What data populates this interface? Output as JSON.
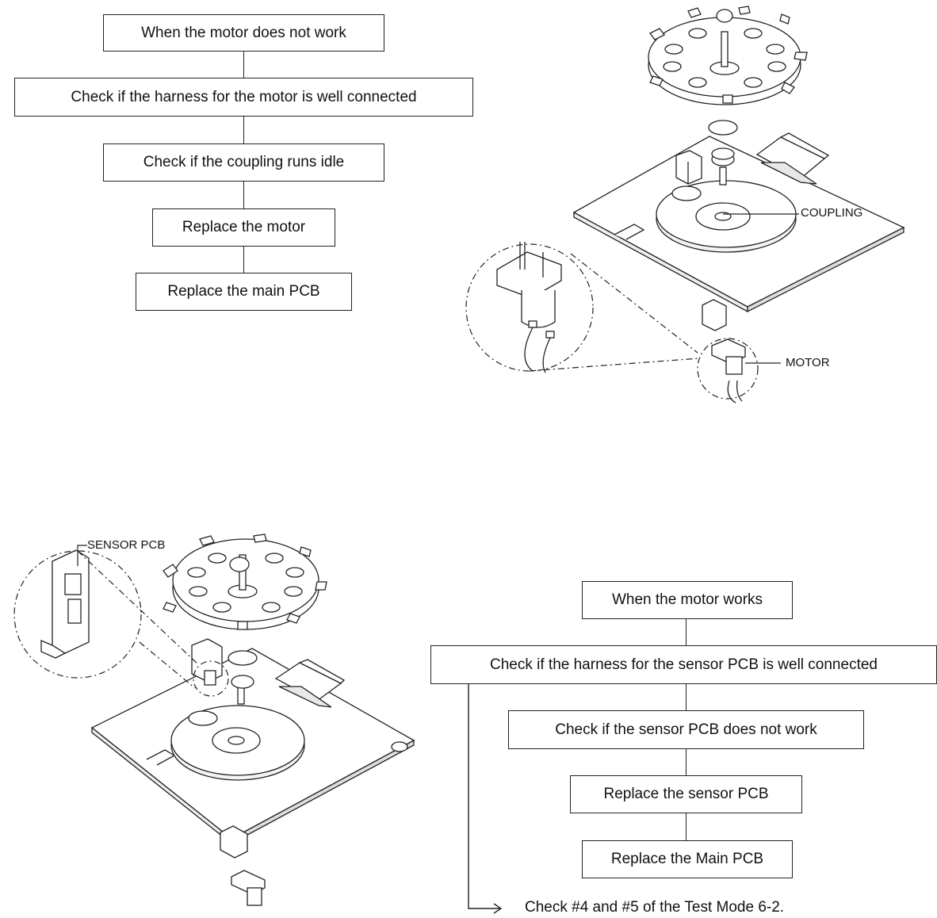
{
  "flow_top": {
    "steps": [
      "When the motor does not work",
      "Check if the harness for the motor is well connected",
      "Check if the coupling runs idle",
      "Replace the motor",
      "Replace the main PCB"
    ]
  },
  "flow_bottom": {
    "steps": [
      "When the motor works",
      "Check if the harness for the sensor PCB is well connected",
      "Check if the sensor PCB does not work",
      "Replace the sensor PCB",
      "Replace the Main PCB"
    ],
    "branch_note": "Check #4 and #5 of the Test Mode 6-2."
  },
  "illustration_top": {
    "coupling_label": "COUPLING",
    "motor_label": "MOTOR"
  },
  "illustration_bottom": {
    "sensor_label": "SENSOR PCB"
  }
}
